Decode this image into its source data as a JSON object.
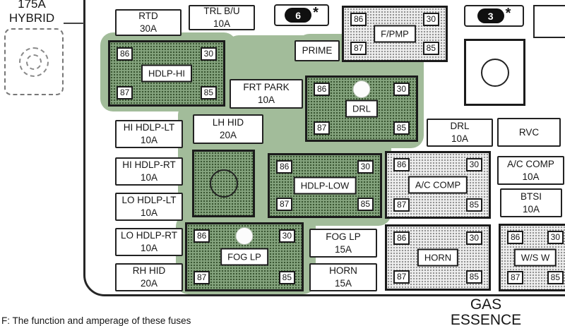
{
  "labels": {
    "hybrid_amp": "175A",
    "hybrid_name": "HYBRID",
    "gas": "GAS",
    "essence": "ESSENCE",
    "footnote": "F: The function and amperage of these fuses"
  },
  "pins": {
    "p86": "86",
    "p30": "30",
    "p87": "87",
    "p85": "85"
  },
  "ovals": {
    "six": {
      "num": "6",
      "star": "*"
    },
    "three": {
      "num": "3",
      "star": "*"
    }
  },
  "fuses": {
    "rtd": {
      "name": "RTD",
      "amp": "30A"
    },
    "trl_bu": {
      "name": "TRL B/U",
      "amp": "10A"
    },
    "prime": {
      "name": "PRIME"
    },
    "frt_park": {
      "name": "FRT PARK",
      "amp": "10A"
    },
    "lh_hid": {
      "name": "LH HID",
      "amp": "20A"
    },
    "hi_hdlp_lt": {
      "name": "HI HDLP-LT",
      "amp": "10A"
    },
    "hi_hdlp_rt": {
      "name": "HI HDLP-RT",
      "amp": "10A"
    },
    "lo_hdlp_lt": {
      "name": "LO HDLP-LT",
      "amp": "10A"
    },
    "lo_hdlp_rt": {
      "name": "LO HDLP-RT",
      "amp": "10A"
    },
    "rh_hid": {
      "name": "RH HID",
      "amp": "20A"
    },
    "drl": {
      "name": "DRL",
      "amp": "10A"
    },
    "rvc": {
      "name": "RVC",
      "amp": ""
    },
    "ac_comp": {
      "name": "A/C COMP",
      "amp": "10A"
    },
    "btsi": {
      "name": "BTSI",
      "amp": "10A"
    },
    "fog_lp": {
      "name": "FOG LP",
      "amp": "15A"
    },
    "horn": {
      "name": "HORN",
      "amp": "15A"
    }
  },
  "relays": {
    "f_pmp": {
      "label": "F/PMP"
    },
    "hdlp_hi": {
      "label": "HDLP-HI"
    },
    "drl": {
      "label": "DRL"
    },
    "hdlp_low": {
      "label": "HDLP-LOW"
    },
    "fog_lp": {
      "label": "FOG LP"
    },
    "ac_comp": {
      "label": "A/C COMP"
    },
    "horn": {
      "label": "HORN"
    },
    "ws": {
      "label": "W/S W"
    }
  }
}
